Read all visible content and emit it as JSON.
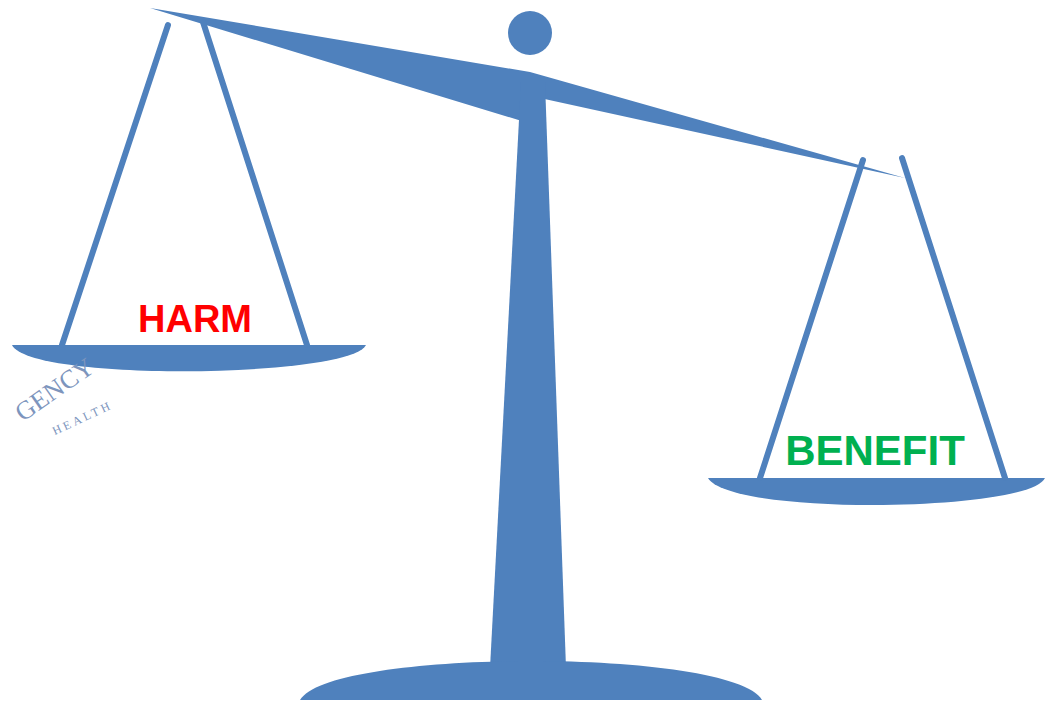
{
  "diagram": {
    "nodes": [
      {
        "text": [
          "HARM"
        ]
      },
      {
        "text": [
          "BENEFIT"
        ]
      }
    ],
    "labels": [
      "GENCY",
      "HEALTH"
    ]
  }
}
